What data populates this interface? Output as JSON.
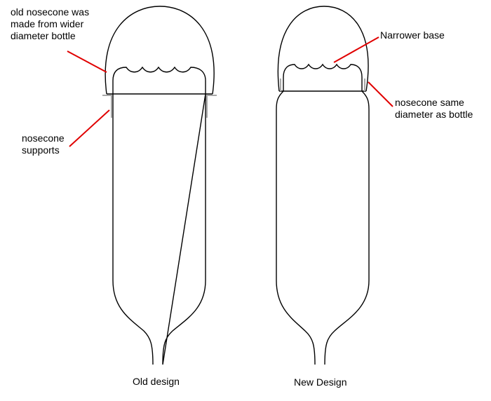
{
  "annotations": {
    "old_nosecone": {
      "lines": [
        "old nosecone was",
        "made from wider",
        "diameter bottle"
      ]
    },
    "nosecone_supports": {
      "lines": [
        "nosecone",
        "supports"
      ]
    },
    "narrower_base": {
      "lines": [
        "Narrower base"
      ]
    },
    "same_diameter": {
      "lines": [
        "nosecone same",
        "diameter as bottle"
      ]
    }
  },
  "captions": {
    "old_design": "Old design",
    "new_design": "New Design"
  },
  "colors": {
    "outline": "#000000",
    "leader_line": "#e00000",
    "support": "#a8a8a8"
  }
}
